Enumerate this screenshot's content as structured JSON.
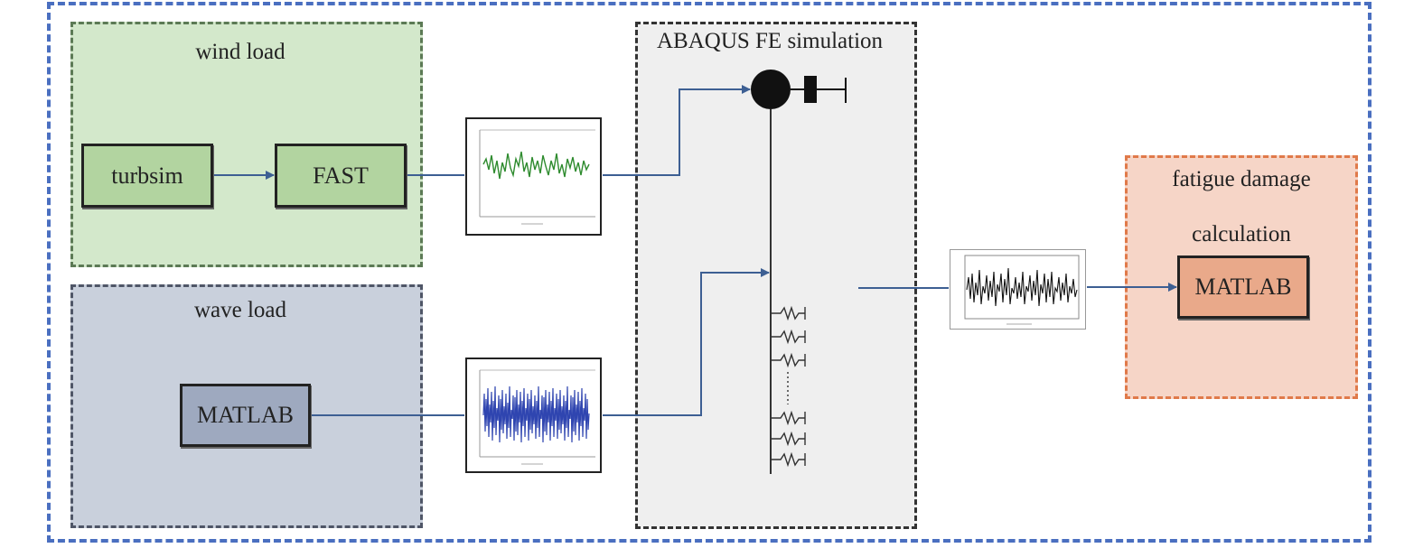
{
  "colors": {
    "outer_border": "#4a6fc0",
    "wind_bg": "#d3e8cb",
    "wave_bg": "#c9d0dc",
    "abaqus_bg": "#efefef",
    "fatigue_bg": "#f6d5c7",
    "fatigue_border": "#e07a4a",
    "arrow": "#3d5f93",
    "wind_signal": "#2e8b2e",
    "wave_signal": "#2f45b0",
    "output_signal": "#111111"
  },
  "groups": {
    "wind": {
      "title": "wind load"
    },
    "wave": {
      "title": "wave load"
    },
    "abaqus": {
      "title": "ABAQUS FE simulation"
    },
    "fatigue": {
      "title_line1": "fatigue damage",
      "title_line2": "calculation"
    }
  },
  "boxes": {
    "turbsim": "turbsim",
    "fast": "FAST",
    "matlab_wave": "MATLAB",
    "matlab_fatigue": "MATLAB"
  }
}
